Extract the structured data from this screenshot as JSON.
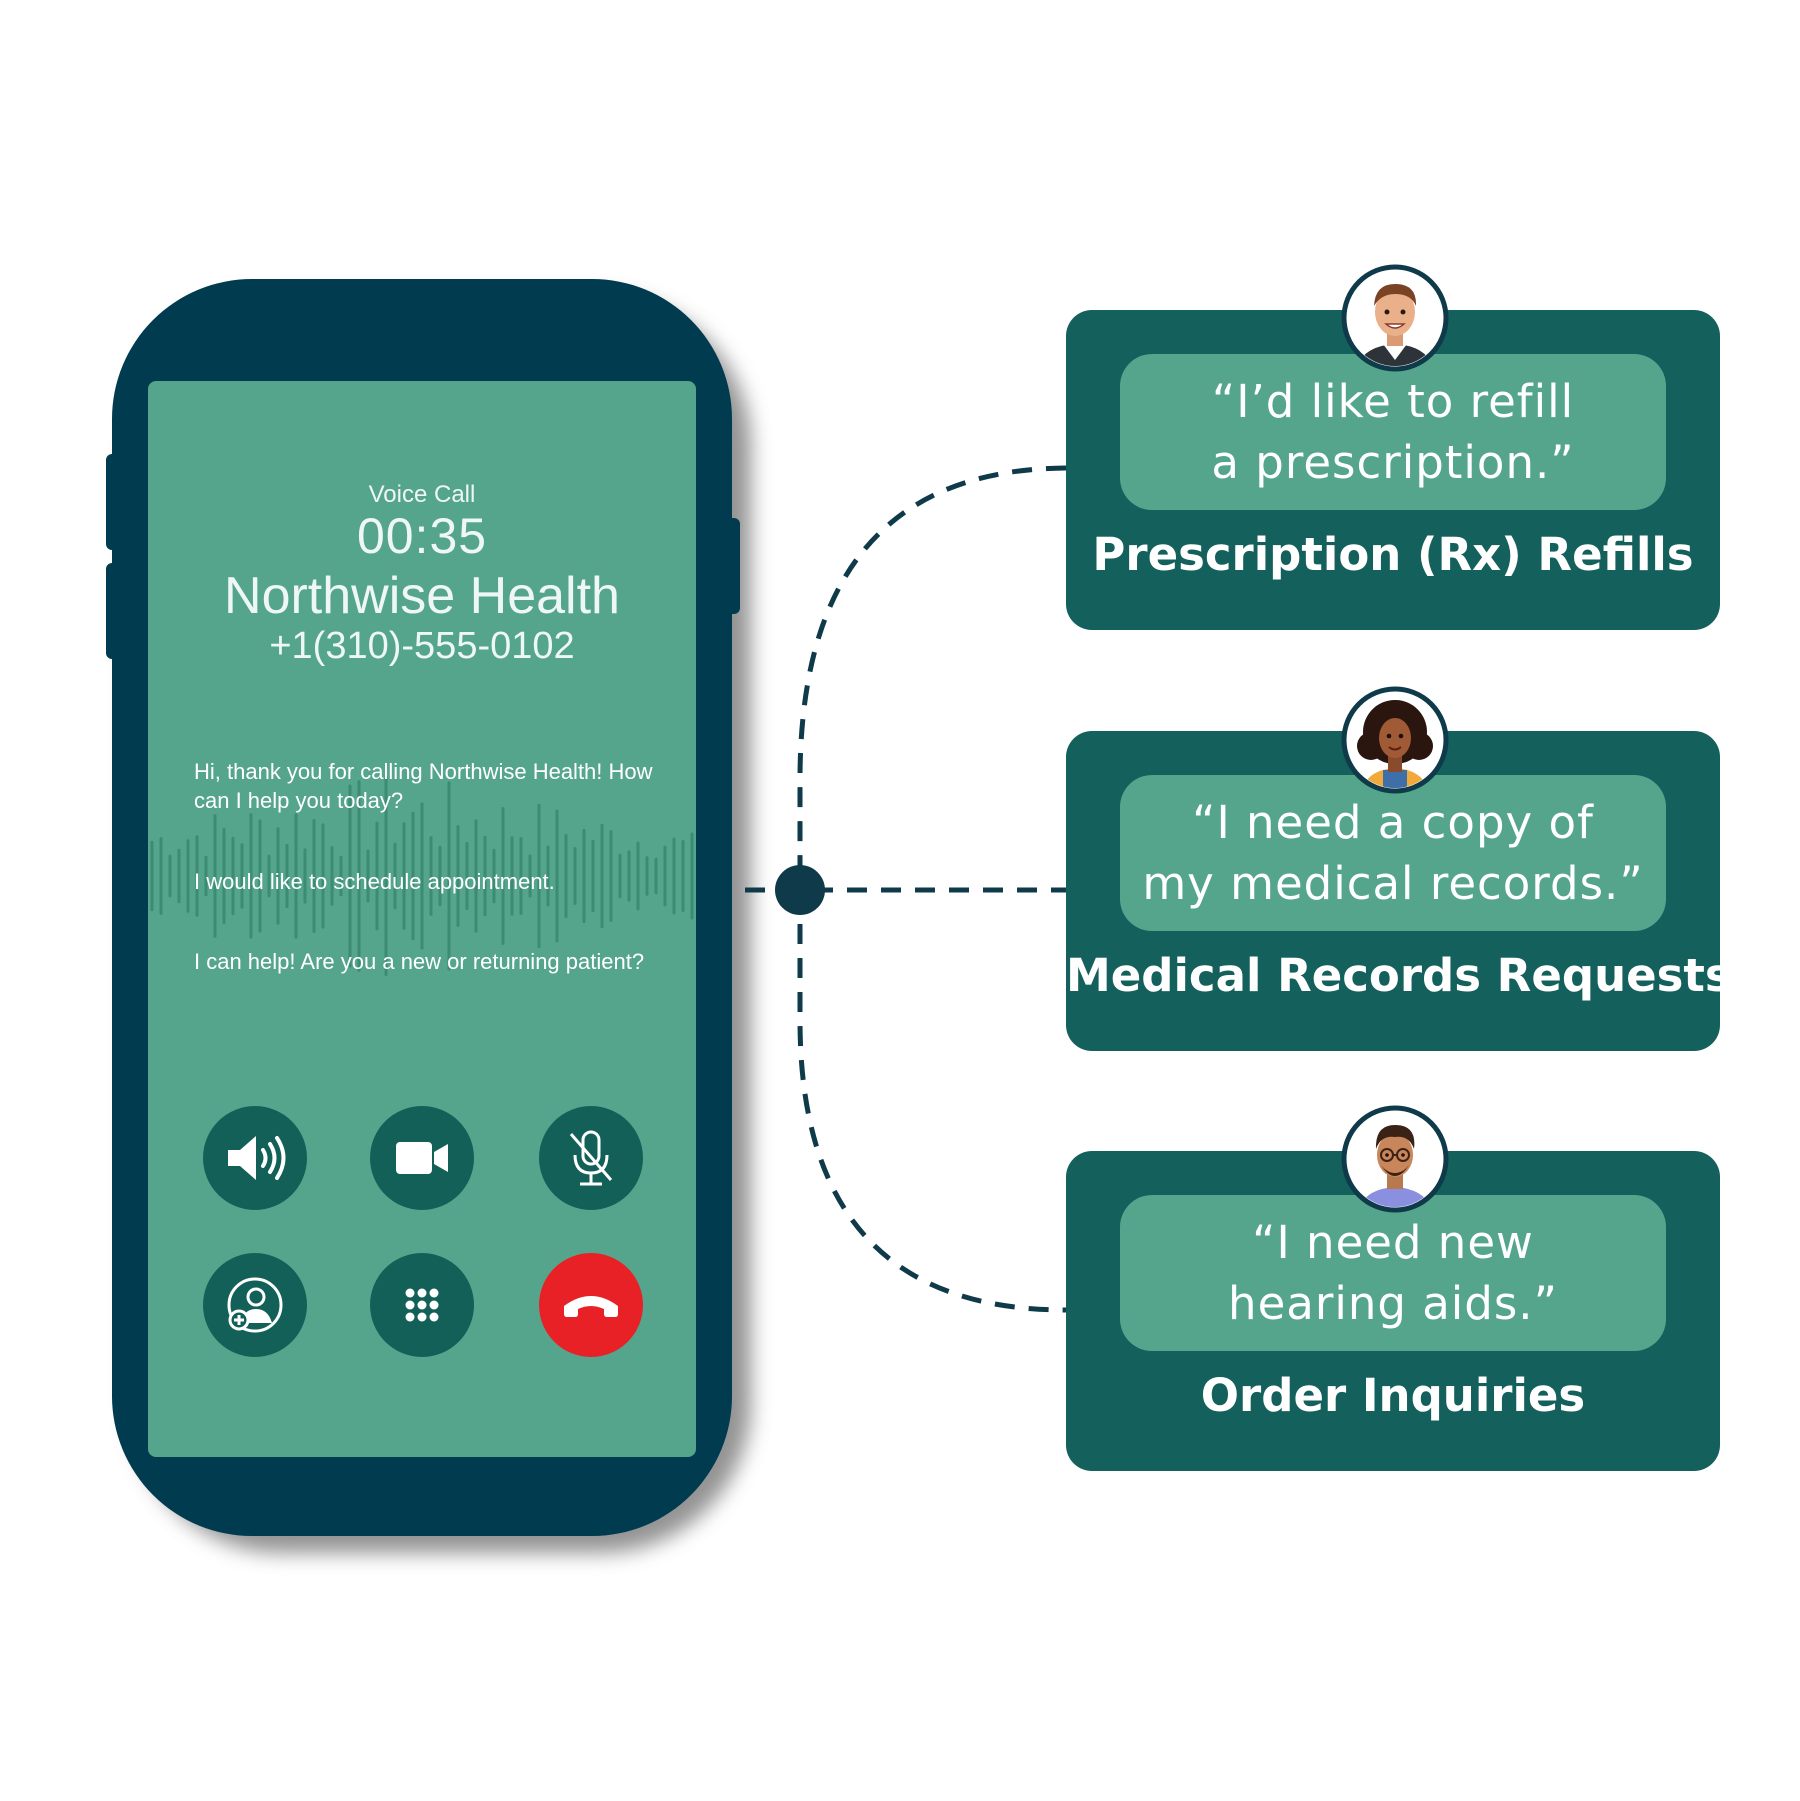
{
  "call": {
    "type": "Voice Call",
    "timer": "00:35",
    "caller_name": "Northwise Health",
    "phone_number": "+1(310)-555-0102"
  },
  "transcript": [
    {
      "speaker": "agent",
      "text": "Hi, thank you for calling Northwise Health! How can I help you today?"
    },
    {
      "speaker": "caller",
      "text": "I would like to schedule appointment."
    },
    {
      "speaker": "agent",
      "text": "I can help! Are you a new or returning patient?"
    }
  ],
  "controls": [
    {
      "name": "speaker-button",
      "icon": "speaker-icon"
    },
    {
      "name": "video-button",
      "icon": "video-camera-icon"
    },
    {
      "name": "mute-button",
      "icon": "microphone-off-icon"
    },
    {
      "name": "add-contact-button",
      "icon": "add-user-icon"
    },
    {
      "name": "keypad-button",
      "icon": "keypad-icon"
    },
    {
      "name": "end-call-button",
      "icon": "phone-hangup-icon"
    }
  ],
  "cards": [
    {
      "quote": "“I’d like to refill\na prescription.”",
      "title": "Prescription (Rx) Refills",
      "avatar": "man-avatar-icon"
    },
    {
      "quote": "“I need a copy of\nmy medical records.”",
      "title": "Medical Records Requests",
      "avatar": "woman-avatar-icon"
    },
    {
      "quote": "“I need new\nhearing aids.”",
      "title": "Order Inquiries",
      "avatar": "bearded-man-avatar-icon"
    }
  ],
  "colors": {
    "phone_body": "#013b50",
    "screen": "#54a58c",
    "card": "#14605c",
    "bubble": "#54a58c",
    "control": "#136058",
    "end_call": "#e82127",
    "connector": "#0f3a4a"
  }
}
